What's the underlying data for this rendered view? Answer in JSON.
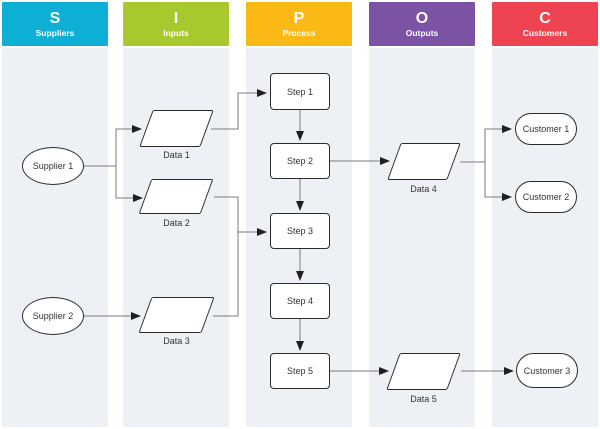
{
  "columns": [
    {
      "letter": "S",
      "title": "Suppliers",
      "color": "#0db0d4"
    },
    {
      "letter": "I",
      "title": "Inputs",
      "color": "#a8c92d"
    },
    {
      "letter": "P",
      "title": "Process",
      "color": "#fbb915"
    },
    {
      "letter": "O",
      "title": "Outputs",
      "color": "#7c52a5"
    },
    {
      "letter": "C",
      "title": "Customers",
      "color": "#ee4452"
    }
  ],
  "nodes": {
    "supplier1": {
      "label": "Supplier 1",
      "shape": "ellipse",
      "column": "Suppliers"
    },
    "supplier2": {
      "label": "Supplier 2",
      "shape": "ellipse",
      "column": "Suppliers"
    },
    "data1": {
      "label": "Data 1",
      "shape": "parallelogram",
      "column": "Inputs"
    },
    "data2": {
      "label": "Data 2",
      "shape": "parallelogram",
      "column": "Inputs"
    },
    "data3": {
      "label": "Data 3",
      "shape": "parallelogram",
      "column": "Inputs"
    },
    "step1": {
      "label": "Step 1",
      "shape": "rectangle",
      "column": "Process"
    },
    "step2": {
      "label": "Step 2",
      "shape": "rectangle",
      "column": "Process"
    },
    "step3": {
      "label": "Step 3",
      "shape": "rectangle",
      "column": "Process"
    },
    "step4": {
      "label": "Step 4",
      "shape": "rectangle",
      "column": "Process"
    },
    "step5": {
      "label": "Step 5",
      "shape": "rectangle",
      "column": "Process"
    },
    "data4": {
      "label": "Data 4",
      "shape": "parallelogram",
      "column": "Outputs"
    },
    "data5": {
      "label": "Data 5",
      "shape": "parallelogram",
      "column": "Outputs"
    },
    "customer1": {
      "label": "Customer 1",
      "shape": "stadium",
      "column": "Customers"
    },
    "customer2": {
      "label": "Customer 2",
      "shape": "stadium",
      "column": "Customers"
    },
    "customer3": {
      "label": "Customer 3",
      "shape": "stadium",
      "column": "Customers"
    }
  },
  "edges": [
    {
      "from": "supplier1",
      "to": "data1"
    },
    {
      "from": "supplier1",
      "to": "data2"
    },
    {
      "from": "supplier2",
      "to": "data3"
    },
    {
      "from": "data1",
      "to": "step1"
    },
    {
      "from": "data2",
      "to": "step3"
    },
    {
      "from": "data3",
      "to": "step3"
    },
    {
      "from": "step1",
      "to": "step2"
    },
    {
      "from": "step2",
      "to": "step3"
    },
    {
      "from": "step3",
      "to": "step4"
    },
    {
      "from": "step4",
      "to": "step5"
    },
    {
      "from": "step2",
      "to": "data4"
    },
    {
      "from": "data4",
      "to": "customer1"
    },
    {
      "from": "data4",
      "to": "customer2"
    },
    {
      "from": "step5",
      "to": "data5"
    },
    {
      "from": "data5",
      "to": "customer3"
    }
  ],
  "colors": {
    "column_body": "#edf0f4",
    "canvas_background": "#ffffff",
    "connector_line": "#7b7b7b",
    "arrowhead": "#1f1f1f",
    "node_border": "#2b2b2b",
    "node_fill": "#ffffff",
    "node_text": "#333333",
    "header_text": "#ffffff"
  }
}
